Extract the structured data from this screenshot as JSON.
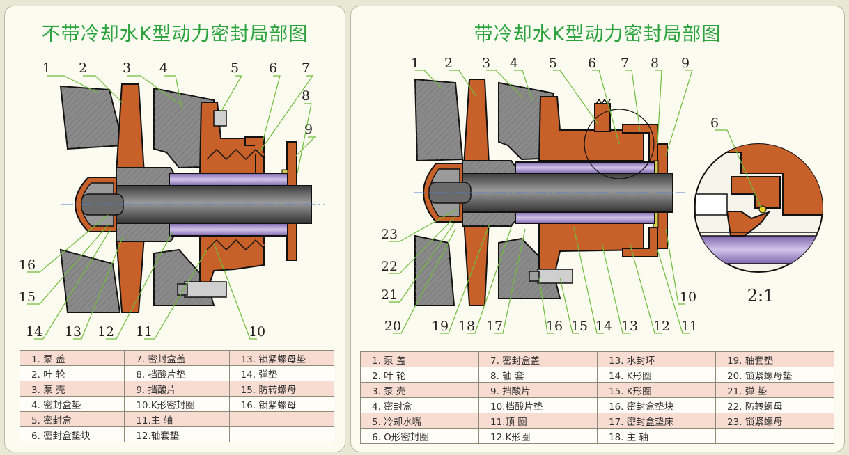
{
  "left": {
    "title": "不带冷却水K型动力密封局部图",
    "callouts": [
      "1",
      "2",
      "3",
      "4",
      "5",
      "6",
      "7",
      "8",
      "9",
      "10",
      "11",
      "12",
      "13",
      "14",
      "15",
      "16"
    ],
    "legend": [
      [
        "1. 泵 盖",
        "7. 密封盒盖",
        "13. 锁紧螺母垫"
      ],
      [
        "2. 叶 轮",
        "8. 挡酸片垫",
        "14. 弹垫"
      ],
      [
        "3. 泵 壳",
        "9. 挡酸片",
        "15. 防转螺母"
      ],
      [
        "4. 密封盒垫",
        "10.K形密封圈",
        "16. 锁紧螺母"
      ],
      [
        "5. 密封盒",
        "11.主 轴",
        ""
      ],
      [
        "6. 密封盒垫块",
        "12.轴套垫",
        ""
      ]
    ]
  },
  "right": {
    "title": "带冷却水K型动力密封局部图",
    "callouts": [
      "1",
      "2",
      "3",
      "4",
      "5",
      "6",
      "7",
      "8",
      "9",
      "10",
      "11",
      "12",
      "13",
      "14",
      "15",
      "16",
      "17",
      "18",
      "19",
      "20",
      "21",
      "22",
      "23"
    ],
    "detail_callout": "6",
    "detail_scale": "2:1",
    "legend": [
      [
        "1. 泵 盖",
        "7. 密封盒盖",
        "13. 水封环",
        "19. 轴套垫"
      ],
      [
        "2. 叶 轮",
        "8. 轴 套",
        "14. K形圈",
        "20. 锁紧螺母垫"
      ],
      [
        "3. 泵 壳",
        "9. 挡酸片",
        "15. K形圈",
        "21. 弹 垫"
      ],
      [
        "4. 密封盒",
        "10.档酸片垫",
        "16. 密封盒垫块",
        "22. 防转螺母"
      ],
      [
        "5. 冷却水嘴",
        "11.顶 圈",
        "17. 密封盒垫床",
        "23. 锁紧螺母"
      ],
      [
        "6. O形密封圈",
        "12.K形圈",
        "18. 主 轴",
        ""
      ]
    ]
  },
  "colors": {
    "orange": "#c8602a",
    "gray": "#8a8a8a",
    "purple": "#9f86c6",
    "shaft": "#5c5c5c",
    "outline": "#111111",
    "title_green": "#2aa33c",
    "leader": "#6fbd3a",
    "legend_pink": "#f8dcd2"
  }
}
